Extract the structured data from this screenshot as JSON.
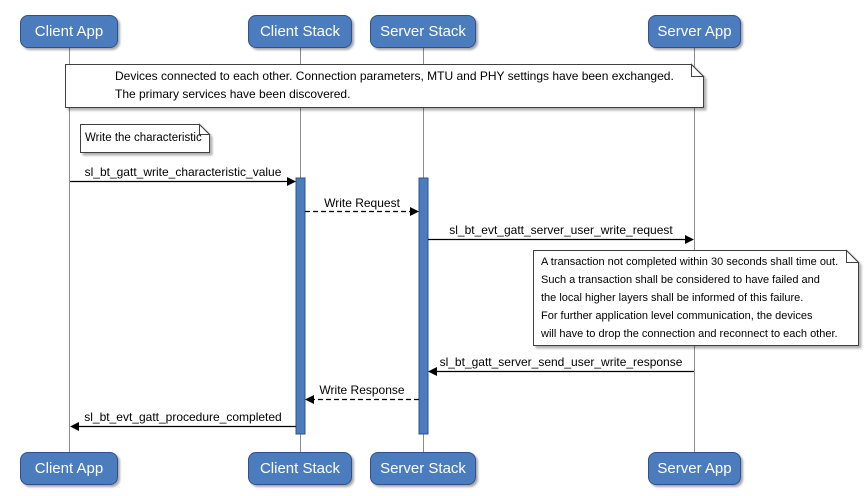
{
  "diagram": {
    "participants": [
      {
        "label": "Client App"
      },
      {
        "label": "Client Stack"
      },
      {
        "label": "Server Stack"
      },
      {
        "label": "Server App"
      }
    ],
    "notes": {
      "top": {
        "lines": [
          "Devices connected to each other. Connection parameters, MTU and PHY settings have been exchanged.",
          "The primary services have been discovered."
        ]
      },
      "write": {
        "lines": [
          "Write the characteristic"
        ]
      },
      "timeout": {
        "lines": [
          "A transaction not completed within 30 seconds shall time out.",
          "Such a transaction shall be considered to have failed and",
          "the local higher layers shall be informed of this failure.",
          "For further application level communication, the devices",
          "will have to drop the connection and reconnect to each other."
        ]
      }
    },
    "messages": [
      {
        "label": "sl_bt_gatt_write_characteristic_value",
        "style": "solid",
        "from": "Client App",
        "to": "Client Stack"
      },
      {
        "label": "Write Request",
        "style": "dashed",
        "from": "Client Stack",
        "to": "Server Stack"
      },
      {
        "label": "sl_bt_evt_gatt_server_user_write_request",
        "style": "solid",
        "from": "Server Stack",
        "to": "Server App"
      },
      {
        "label": "sl_bt_gatt_server_send_user_write_response",
        "style": "solid",
        "from": "Server App",
        "to": "Server Stack"
      },
      {
        "label": "Write Response",
        "style": "dashed",
        "from": "Server Stack",
        "to": "Client Stack"
      },
      {
        "label": "sl_bt_evt_gatt_procedure_completed",
        "style": "solid",
        "from": "Client Stack",
        "to": "Client App"
      }
    ],
    "colors": {
      "participant_fill": "#4b7cbe",
      "participant_border": "#30508c",
      "activation_fill": "#4b7cbe",
      "lifeline": "#8c8c8c",
      "note_background": "#ffffff",
      "note_border": "#404040",
      "message_line": "#000000"
    }
  }
}
